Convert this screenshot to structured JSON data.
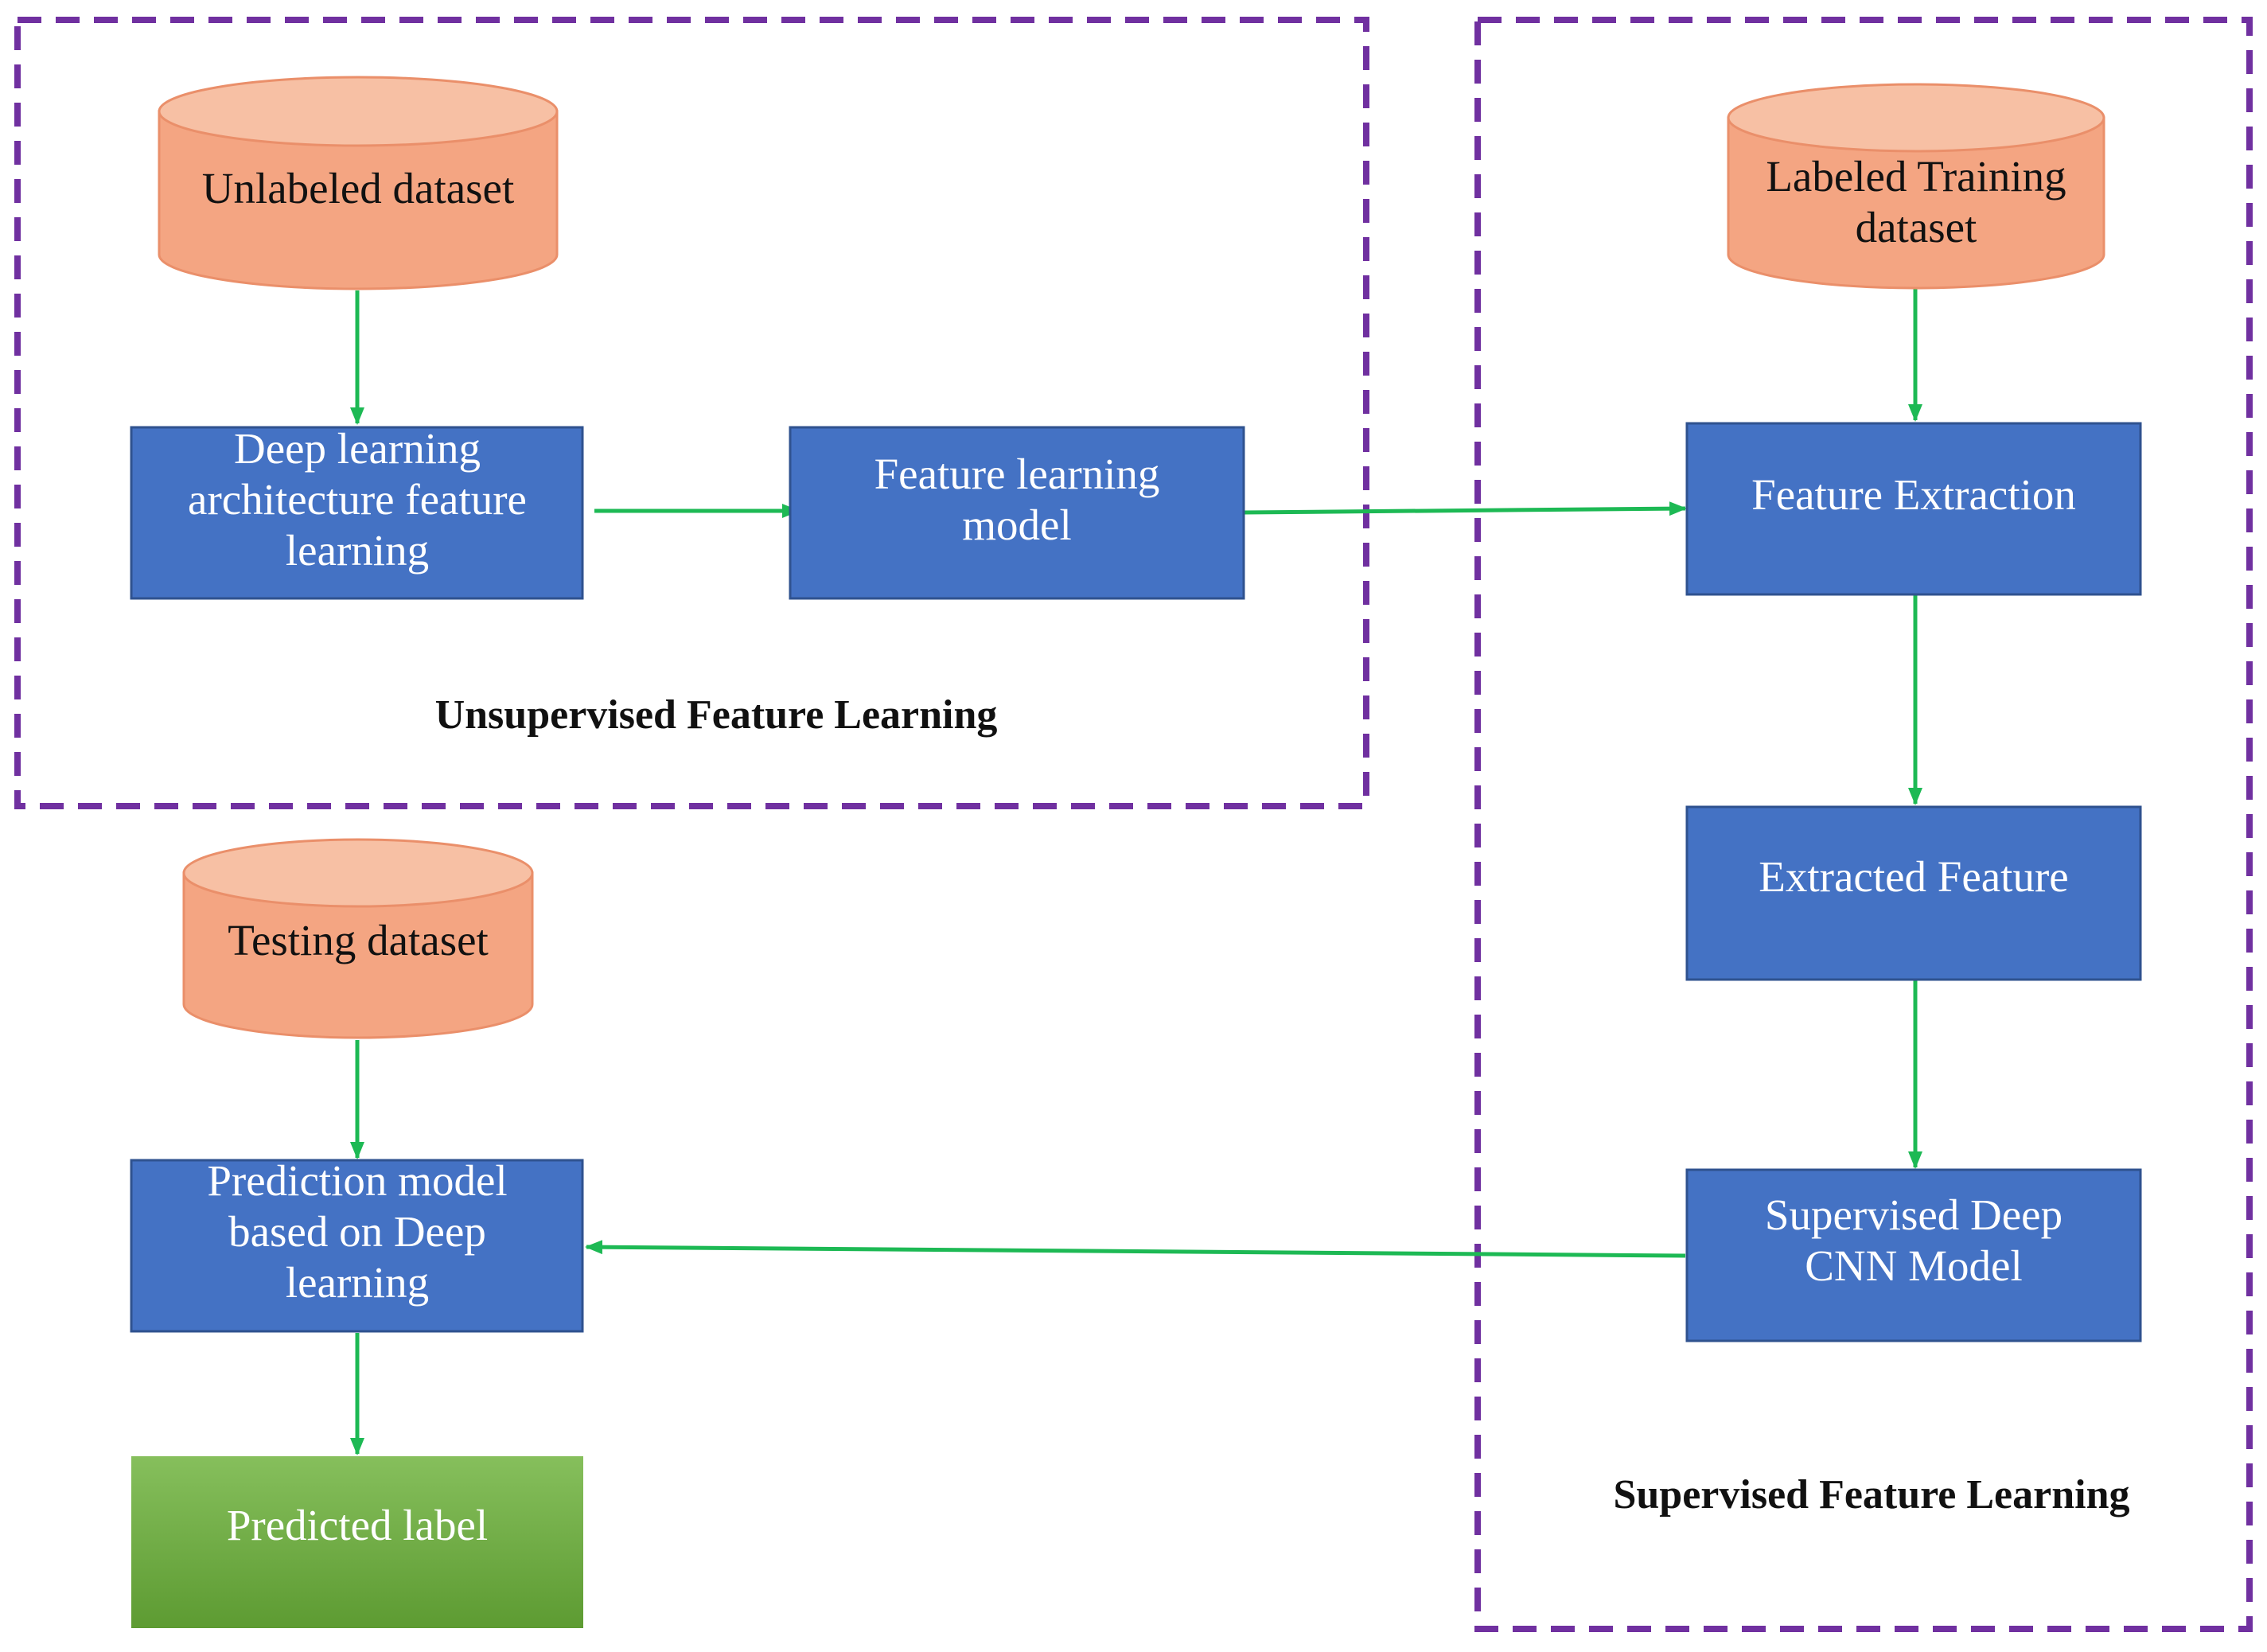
{
  "colors": {
    "group_border": "#7030a0",
    "cylinder_fill": "#f4a582",
    "cylinder_top": "#f7c0a4",
    "cylinder_stroke": "#ea8f6a",
    "process_fill": "#4472c4",
    "process_stroke": "#2f528f",
    "output_fill_top": "#86bf5c",
    "output_fill_bottom": "#5d9b32",
    "arrow": "#1db954",
    "dark_text": "#111111",
    "light_text": "#ffffff"
  },
  "groups": {
    "unsupervised": {
      "title": "Unsupervised Feature Learning"
    },
    "supervised": {
      "title": "Supervised Feature Learning"
    }
  },
  "nodes": {
    "unlabeled": {
      "label": [
        "Unlabeled dataset"
      ],
      "shape": "database"
    },
    "deep_arch": {
      "label": [
        "Deep learning",
        "architecture feature",
        "learning"
      ],
      "shape": "process"
    },
    "feature_model": {
      "label": [
        "Feature learning",
        "model"
      ],
      "shape": "process"
    },
    "labeled": {
      "label": [
        "Labeled Training",
        "dataset"
      ],
      "shape": "database"
    },
    "feature_extraction": {
      "label": [
        "Feature Extraction"
      ],
      "shape": "process"
    },
    "extracted_feature": {
      "label": [
        "Extracted Feature"
      ],
      "shape": "process"
    },
    "supervised_cnn": {
      "label": [
        "Supervised Deep",
        "CNN Model"
      ],
      "shape": "process"
    },
    "testing": {
      "label": [
        "Testing dataset"
      ],
      "shape": "database"
    },
    "prediction_model": {
      "label": [
        "Prediction model",
        "based on Deep",
        "learning"
      ],
      "shape": "process"
    },
    "predicted_label": {
      "label": [
        "Predicted label"
      ],
      "shape": "output"
    }
  },
  "edges": [
    {
      "from": "unlabeled",
      "to": "deep_arch"
    },
    {
      "from": "deep_arch",
      "to": "feature_model"
    },
    {
      "from": "feature_model",
      "to": "feature_extraction"
    },
    {
      "from": "labeled",
      "to": "feature_extraction"
    },
    {
      "from": "feature_extraction",
      "to": "extracted_feature"
    },
    {
      "from": "extracted_feature",
      "to": "supervised_cnn"
    },
    {
      "from": "supervised_cnn",
      "to": "prediction_model"
    },
    {
      "from": "testing",
      "to": "prediction_model"
    },
    {
      "from": "prediction_model",
      "to": "predicted_label"
    }
  ]
}
